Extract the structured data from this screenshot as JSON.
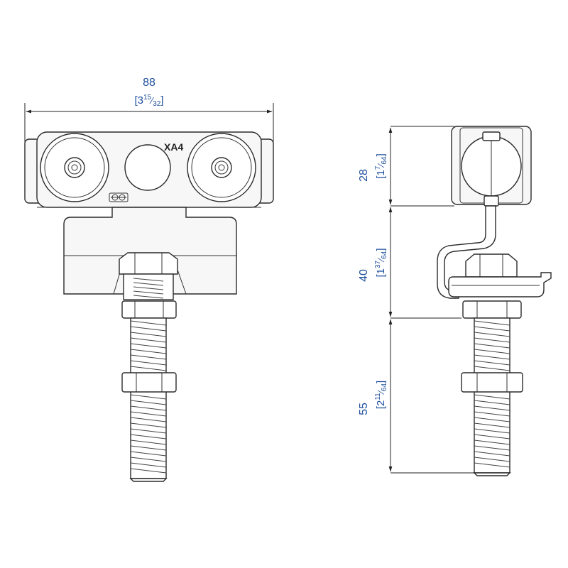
{
  "part_label": "XA4",
  "dimensions": {
    "width": {
      "mm": "88",
      "inch_whole": "3",
      "inch_num": "15",
      "inch_den": "32"
    },
    "top": {
      "mm": "28",
      "inch_whole": "1",
      "inch_num": "7",
      "inch_den": "64"
    },
    "middle": {
      "mm": "40",
      "inch_whole": "1",
      "inch_num": "37",
      "inch_den": "64"
    },
    "bottom": {
      "mm": "55",
      "inch_whole": "2",
      "inch_num": "11",
      "inch_den": "64"
    }
  },
  "colors": {
    "dimension_text": "#1d4f9c",
    "line": "#222222"
  }
}
